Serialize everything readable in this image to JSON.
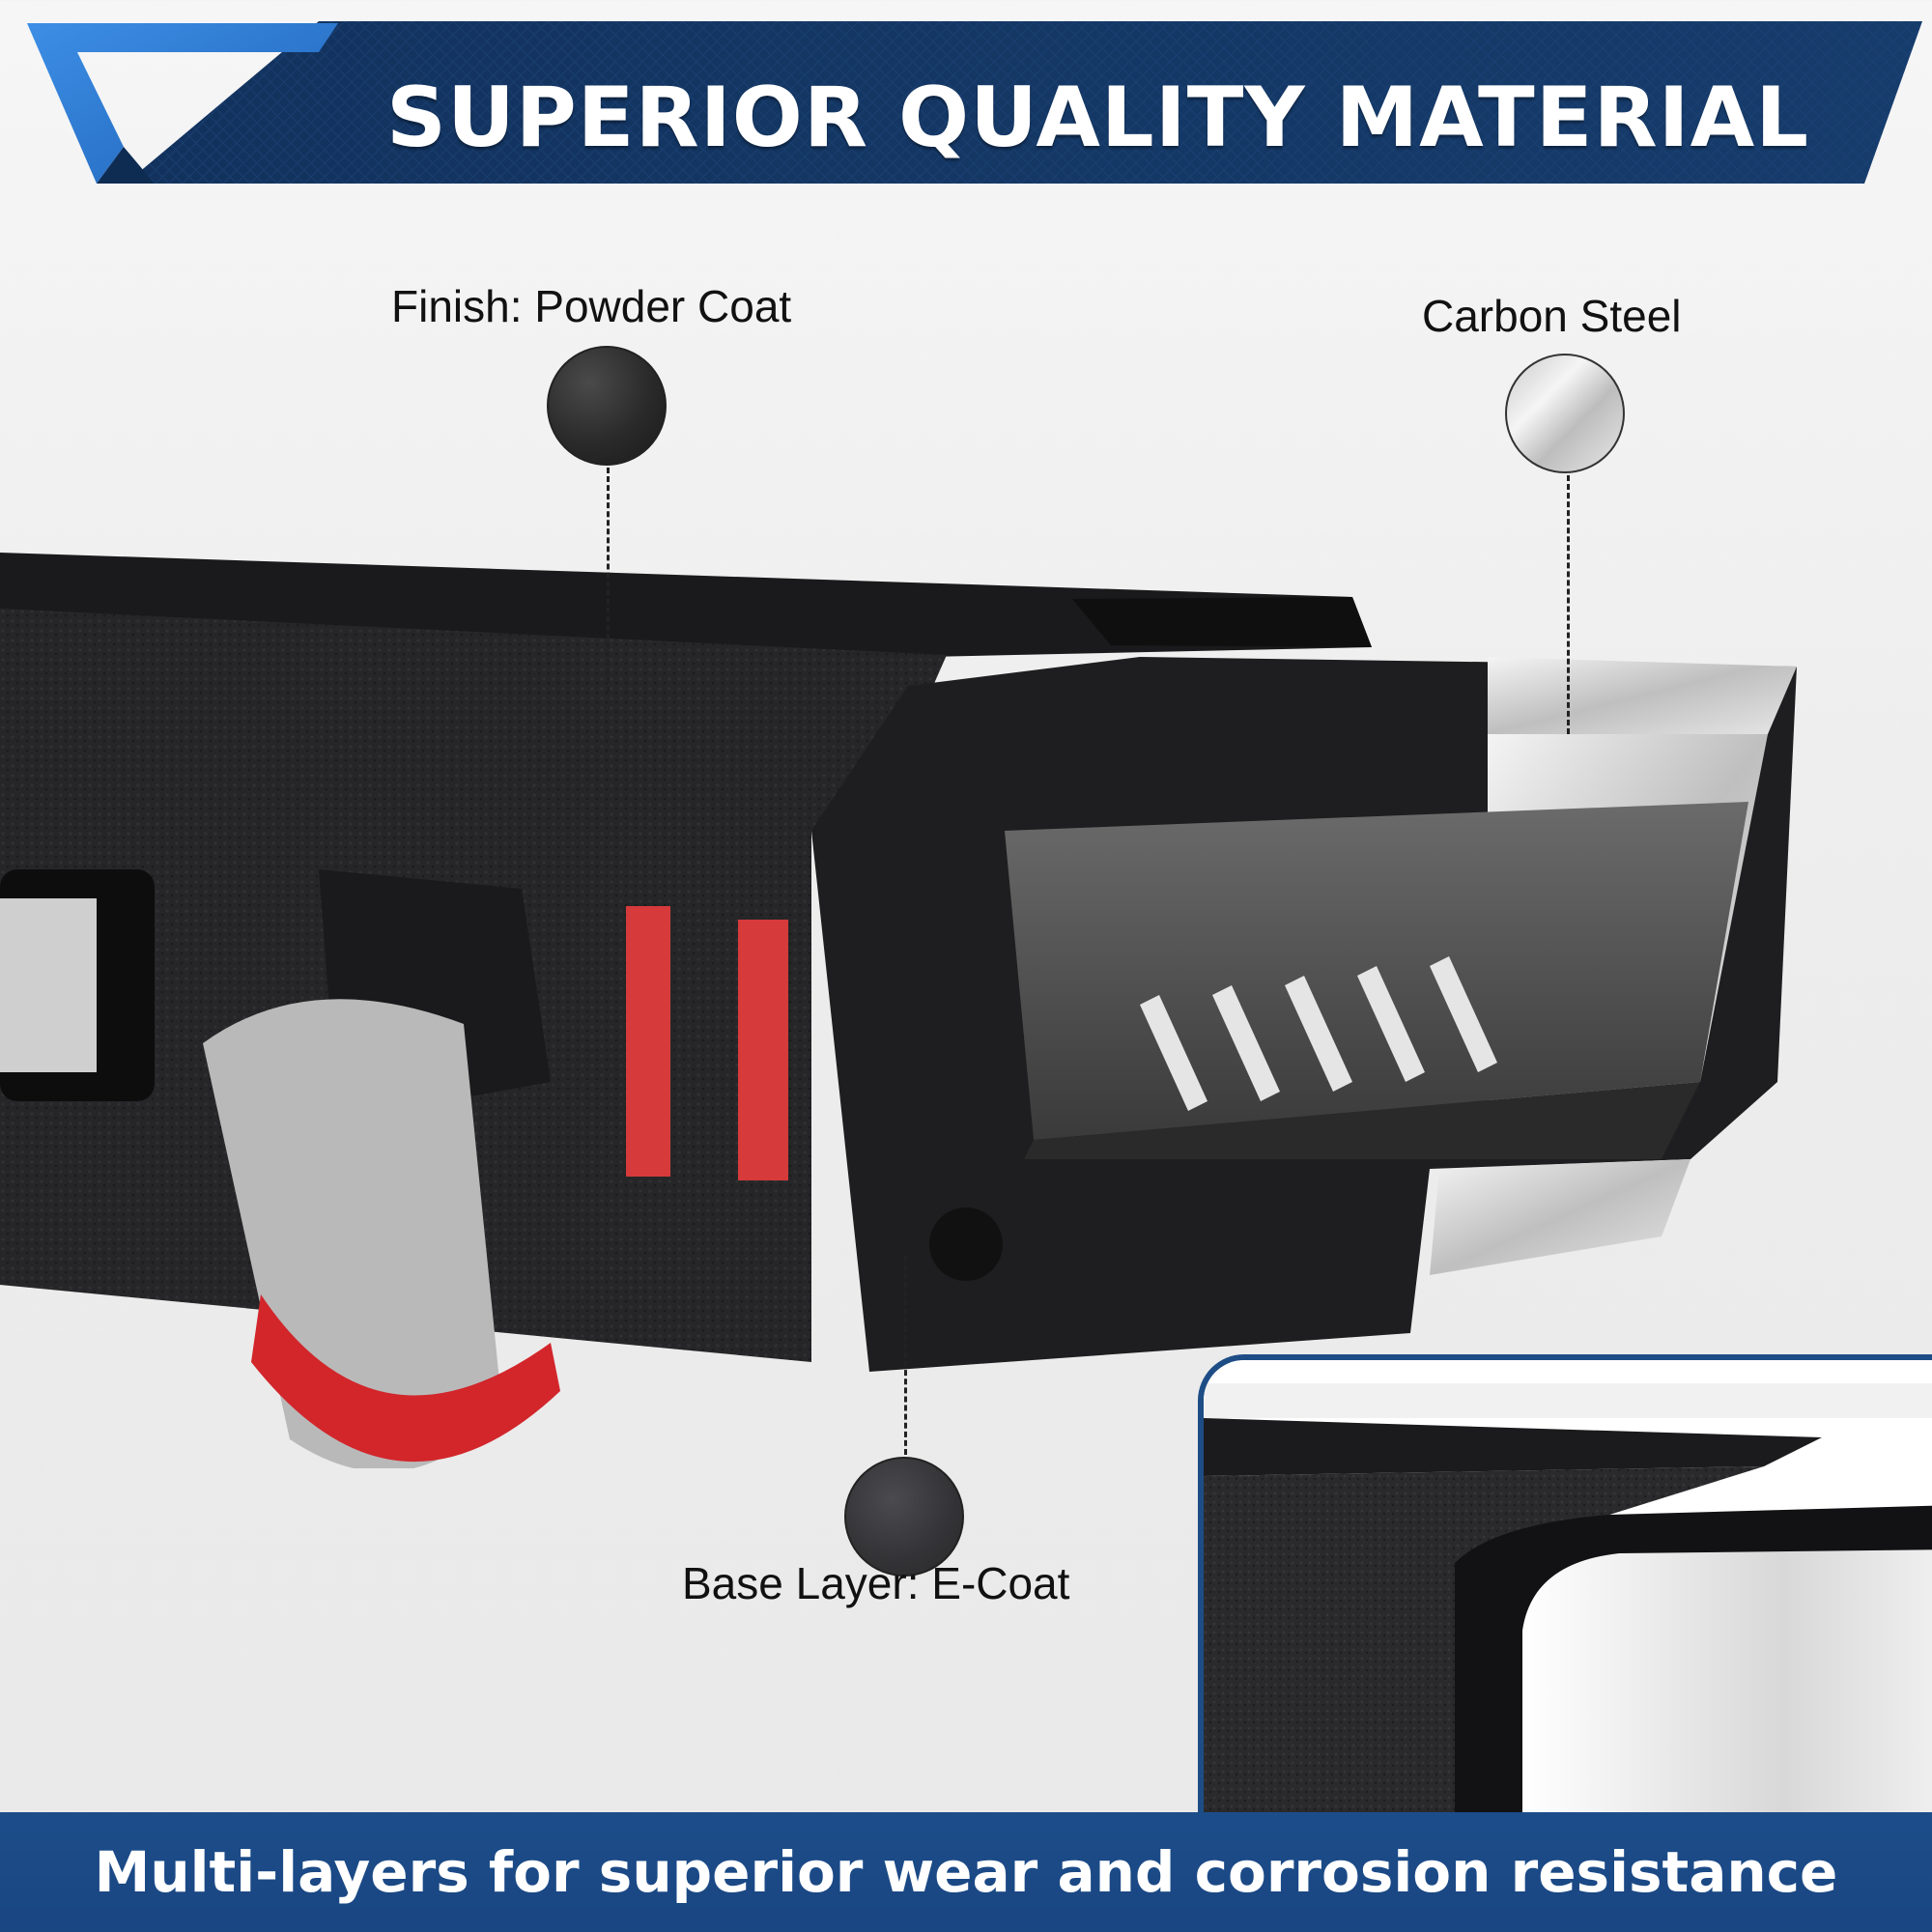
{
  "header": {
    "title": "SUPERIOR QUALITY MATERIAL"
  },
  "callouts": {
    "powder_coat": {
      "label": "Finish: Powder Coat"
    },
    "carbon_steel": {
      "label": "Carbon Steel"
    },
    "e_coat": {
      "label": "Base Layer: E-Coat"
    }
  },
  "footer": {
    "text": "Multi-layers for superior wear and corrosion resistance"
  },
  "colors": {
    "banner_navy": "#133764",
    "banner_accent_blue": "#2f7fd8",
    "footer_blue": "#1c4d8a",
    "bumper_black": "#1b1b1d",
    "reflector_red": "#d63a3a",
    "shackle_red": "#d2262b",
    "steel_silver": "#d9d9d9"
  }
}
